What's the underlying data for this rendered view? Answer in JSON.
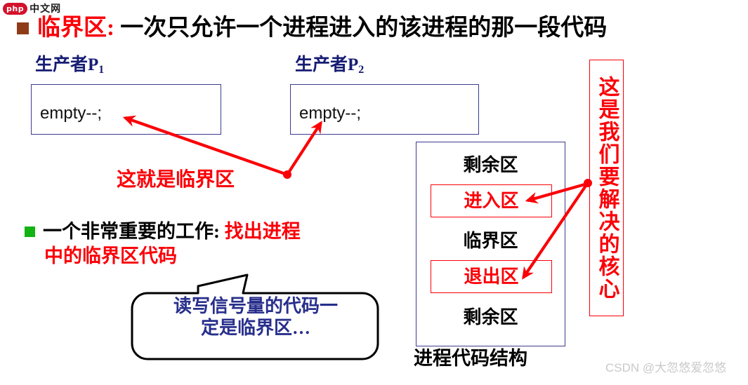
{
  "logo": {
    "badge": "php",
    "text": "中文网"
  },
  "title": {
    "highlight": "临界区:",
    "rest": " 一次只允许一个进程进入的该进程的那一段代码"
  },
  "producers": [
    {
      "heading_main": "生产者P",
      "heading_sub": "1",
      "code": "empty--;"
    },
    {
      "heading_main": "生产者P",
      "heading_sub": "2",
      "code": "empty--;"
    }
  ],
  "annotations": {
    "critical_section_note": "这就是临界区",
    "vertical_note": "这是我们要解决的核心"
  },
  "task_bullet": {
    "line1_black": "一个非常重要的工作: ",
    "line1_red": "找出进程",
    "line2_red": "中的临界区代码"
  },
  "speech_bubble": {
    "line1": "读写信号量的代码一",
    "line2": "定是临界区…"
  },
  "process_structure": {
    "caption": "进程代码结构",
    "cells": [
      {
        "label": "剩余区",
        "style": "plain"
      },
      {
        "label": "进入区",
        "style": "boxed-red"
      },
      {
        "label": "临界区",
        "style": "plain"
      },
      {
        "label": "退出区",
        "style": "boxed-red"
      },
      {
        "label": "剩余区",
        "style": "plain"
      }
    ]
  },
  "watermark": "CSDN @大忽悠爱忽悠",
  "colors": {
    "accent_red": "#fb0007",
    "navy": "#161c73",
    "bullet_brown": "#8f3b18",
    "bullet_green": "#12b312",
    "box_border_blue": "#3b3b8f",
    "bubble_text": "#282f8c"
  }
}
